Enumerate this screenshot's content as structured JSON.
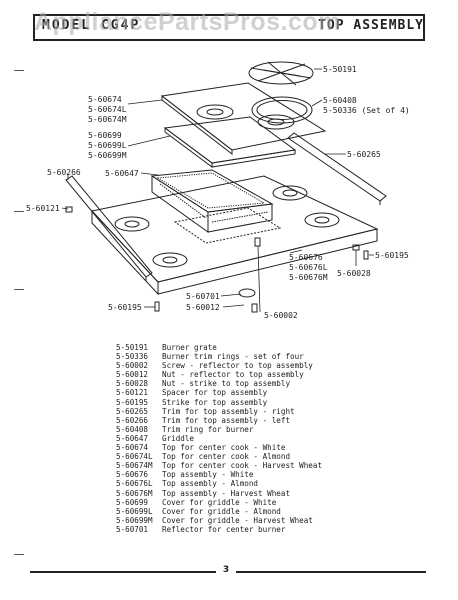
{
  "watermark": "AppliancePartsPros.com",
  "header": {
    "left": "MODEL CG4P",
    "right": "TOP ASSEMBLY"
  },
  "callouts": [
    "5-50191",
    "5-60408",
    "5-50336 (Set of 4)",
    "5-60674",
    "5-60674L",
    "5-60674M",
    "5-60699",
    "5-60699L",
    "5-60699M",
    "5-60265",
    "5-60266",
    "5-60647",
    "5-60121",
    "5-60195",
    "5-60028",
    "5-60676",
    "5-60676L",
    "5-60676M",
    "5-60701",
    "5-60012",
    "5-60195",
    "5-60002"
  ],
  "legend": [
    {
      "num": "5-50191",
      "desc": "Burner grate"
    },
    {
      "num": "5-50336",
      "desc": "Burner trim rings - set of four"
    },
    {
      "num": "5-60002",
      "desc": "Screw - reflector to top assembly"
    },
    {
      "num": "5-60012",
      "desc": "Nut - reflector to top assembly"
    },
    {
      "num": "5-60028",
      "desc": "Nut - strike to top assembly"
    },
    {
      "num": "5-60121",
      "desc": "Spacer for top assembly"
    },
    {
      "num": "5-60195",
      "desc": "Strike for top assembly"
    },
    {
      "num": "5-60265",
      "desc": "Trim for top assembly - right"
    },
    {
      "num": "5-60266",
      "desc": "Trim for top assembly - left"
    },
    {
      "num": "5-60408",
      "desc": "Trim ring for burner"
    },
    {
      "num": "5-60647",
      "desc": "Griddle"
    },
    {
      "num": "5-60674",
      "desc": "Top for center cook - White"
    },
    {
      "num": "5-60674L",
      "desc": "Top for center cook - Almond"
    },
    {
      "num": "5-60674M",
      "desc": "Top for center cook - Harvest Wheat"
    },
    {
      "num": "5-60676",
      "desc": "Top assembly - White"
    },
    {
      "num": "5-60676L",
      "desc": "Top assembly - Almond"
    },
    {
      "num": "5-60676M",
      "desc": "Top assembly - Harvest Wheat"
    },
    {
      "num": "5-60699",
      "desc": "Cover for griddle - White"
    },
    {
      "num": "5-60699L",
      "desc": "Cover for griddle - Almond"
    },
    {
      "num": "5-60699M",
      "desc": "Cover for griddle - Harvest Wheat"
    },
    {
      "num": "5-60701",
      "desc": "Reflector for center burner"
    }
  ],
  "footer": {
    "page_number": "3"
  }
}
